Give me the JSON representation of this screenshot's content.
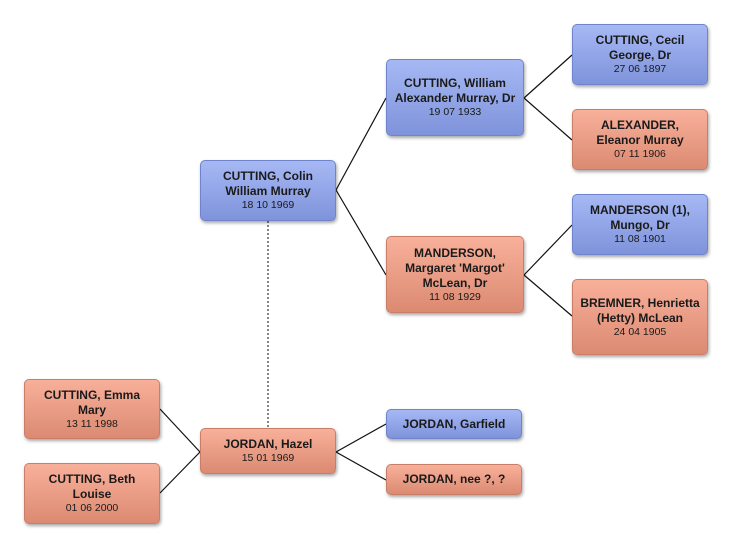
{
  "people": {
    "colin": {
      "name": "CUTTING, Colin William Murray",
      "date": "18 10 1969"
    },
    "william": {
      "name": "CUTTING, William Alexander Murray, Dr",
      "date": "19 07 1933"
    },
    "cecil": {
      "name": "CUTTING, Cecil George, Dr",
      "date": "27 06 1897"
    },
    "eleanor": {
      "name": "ALEXANDER, Eleanor Murray",
      "date": "07 11 1906"
    },
    "margaret": {
      "name": "MANDERSON, Margaret 'Margot' McLean, Dr",
      "date": "11 08 1929"
    },
    "mungo": {
      "name": "MANDERSON (1), Mungo, Dr",
      "date": "11 08 1901"
    },
    "henrietta": {
      "name": "BREMNER, Henrietta (Hetty) McLean",
      "date": "24 04 1905"
    },
    "hazel": {
      "name": "JORDAN, Hazel",
      "date": "15 01 1969"
    },
    "emma": {
      "name": "CUTTING, Emma Mary",
      "date": "13 11 1998"
    },
    "beth": {
      "name": "CUTTING, Beth Louise",
      "date": "01 06 2000"
    },
    "garfield": {
      "name": "JORDAN, Garfield"
    },
    "jordan_nee": {
      "name": "JORDAN, nee ?, ?"
    }
  },
  "colors": {
    "male": "#8fa4e8",
    "female": "#ea9c84",
    "connector": "#111111"
  }
}
